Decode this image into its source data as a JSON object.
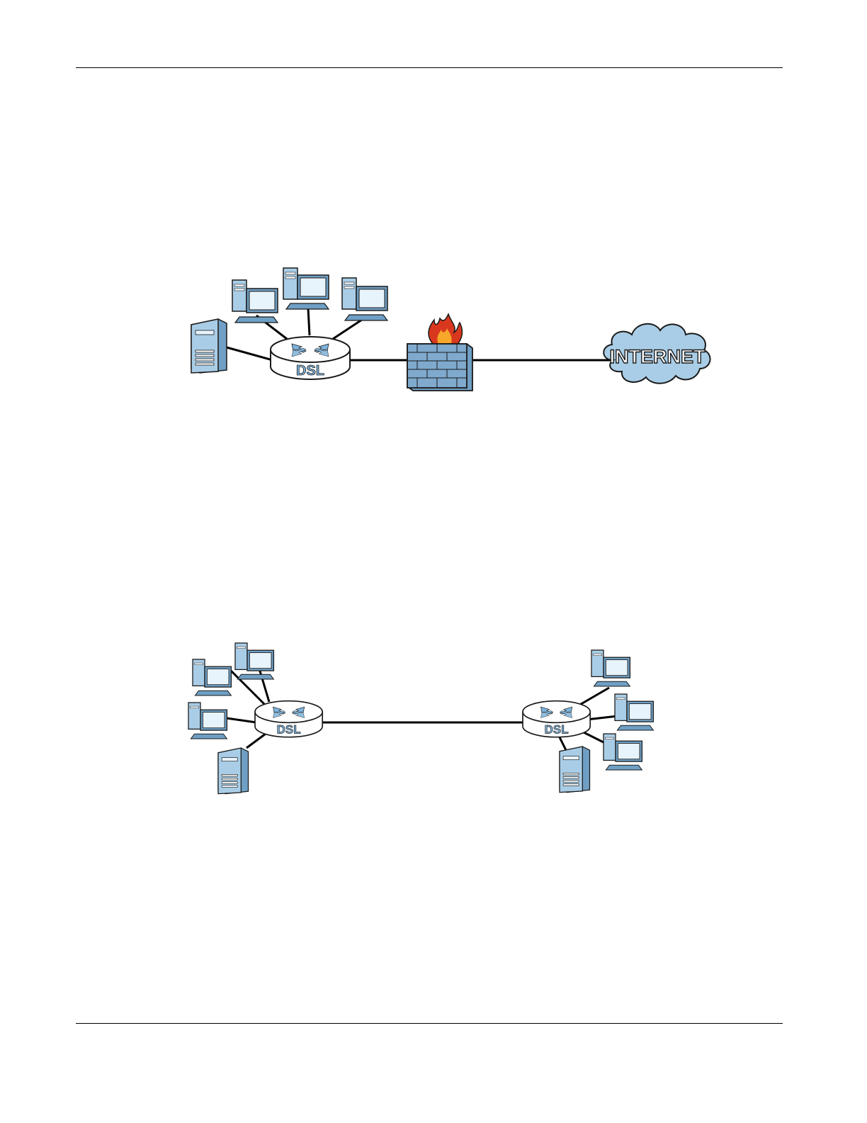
{
  "colors": {
    "device_blue": "#a9cde6",
    "device_blue_dark": "#6f9fc4",
    "screen": "#e8f4fc",
    "outline": "#1a1a1a",
    "router_body": "#ffffff",
    "router_arrow": "#7db3dc",
    "firewall_brick": "#7fa9cd",
    "flame_outer": "#d9381e",
    "flame_inner": "#f7a72a",
    "cloud": "#a9cde6",
    "link": "#000000"
  },
  "icons": [
    "desktop-computer-icon",
    "server-tower-icon",
    "router-icon",
    "firewall-icon",
    "internet-cloud-icon"
  ],
  "figure1": {
    "router_label": "DSL",
    "cloud_label": "INTERNET"
  },
  "figure2": {
    "router_a_label": "DSL",
    "router_b_label": "DSL"
  }
}
